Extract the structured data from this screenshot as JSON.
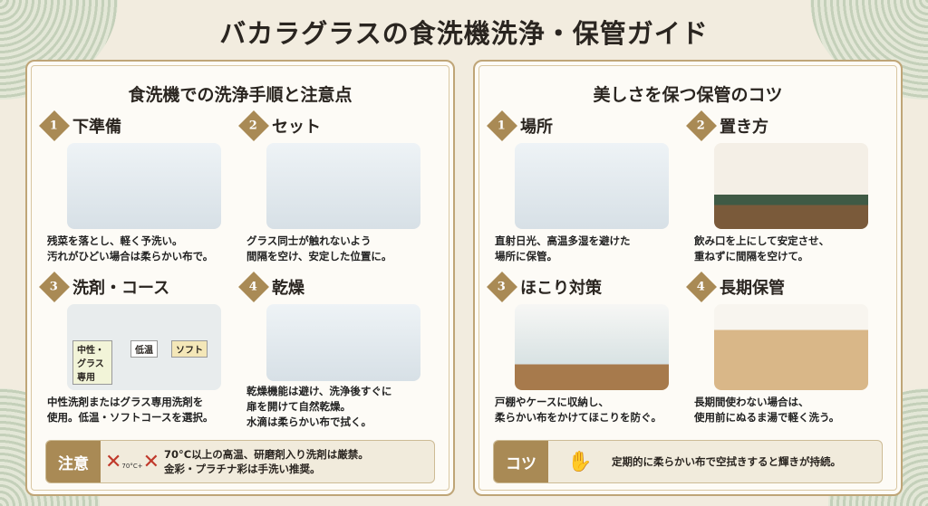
{
  "title": "バカラグラスの食洗機洗浄・保管ガイド",
  "left": {
    "heading": "食洗機での洗浄手順と注意点",
    "items": [
      {
        "num": "1",
        "label": "下準備",
        "text": "残菜を落とし、軽く予洗い。\n汚れがひどい場合は柔らかい布で。"
      },
      {
        "num": "2",
        "label": "セット",
        "text": "グラス同士が触れないよう\n間隔を空け、安定した位置に。"
      },
      {
        "num": "3",
        "label": "洗剤・コース",
        "text": "中性洗剤またはグラス専用洗剤を\n使用。低温・ソフトコースを選択。",
        "bottle": "中性・グラス専用",
        "btn1": "低温",
        "btn2": "ソフト"
      },
      {
        "num": "4",
        "label": "乾燥",
        "text": "乾燥機能は避け、洗浄後すぐに\n扉を開けて自然乾燥。\n水滴は柔らかい布で拭く。"
      }
    ],
    "note": {
      "tag": "注意",
      "icon_label": "70°C+",
      "text": "70°C以上の高温、研磨剤入り洗剤は厳禁。\n金彩・プラチナ彩は手洗い推奨。"
    }
  },
  "right": {
    "heading": "美しさを保つ保管のコツ",
    "items": [
      {
        "num": "1",
        "label": "場所",
        "text": "直射日光、高温多湿を避けた\n場所に保管。"
      },
      {
        "num": "2",
        "label": "置き方",
        "text": "飲み口を上にして安定させ、\n重ねずに間隔を空けて。"
      },
      {
        "num": "3",
        "label": "ほこり対策",
        "text": "戸棚やケースに収納し、\n柔らかい布をかけてほこりを防ぐ。"
      },
      {
        "num": "4",
        "label": "長期保管",
        "text": "長期間使わない場合は、\n使用前にぬるま湯で軽く洗う。"
      }
    ],
    "note": {
      "tag": "コツ",
      "text": "定期的に柔らかい布で空拭きすると輝きが持続。"
    }
  }
}
